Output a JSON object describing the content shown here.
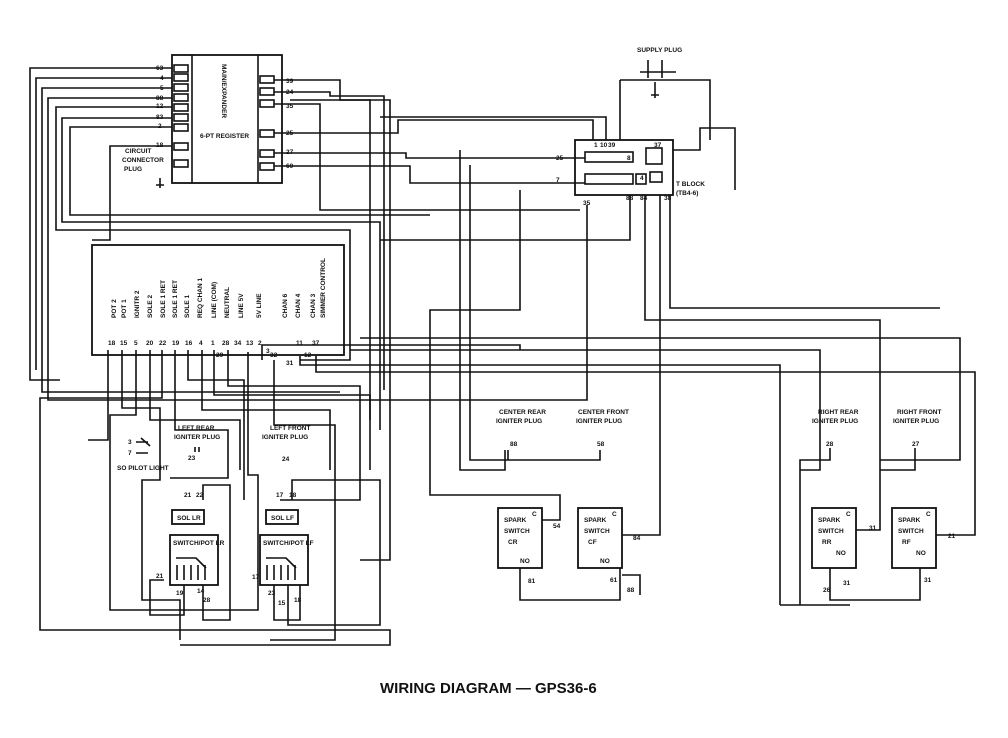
{
  "title": "WIRING DIAGRAM — GPS36-6",
  "supply_plug": "SUPPLY PLUG",
  "t_block": {
    "label": "T BLOCK",
    "sub": "(TB4-6)",
    "terminals": [
      "1",
      "10",
      "39",
      "37",
      "25",
      "8",
      "7",
      "4",
      "35",
      "88",
      "84",
      "38"
    ]
  },
  "register": {
    "label": "6-PT REGISTER",
    "side_label": "MAIN/EXPANDER",
    "left_numbers": [
      "63",
      "4",
      "5",
      "88",
      "12",
      "83",
      "2",
      "18"
    ],
    "right_numbers": [
      "39",
      "24",
      "35",
      "25",
      "27",
      "60"
    ]
  },
  "circuit_plug": {
    "line1": "CIRCUIT",
    "line2": "CONNECTOR",
    "line3": "PLUG"
  },
  "control": {
    "labels": [
      "POT 2",
      "POT 1",
      "IGNITR 2",
      "SOLE 2",
      "SOLE 1 RET",
      "SOLE 1 RET",
      "SOLE 1",
      "REQ CHAN 1",
      "LINE (COM)",
      "NEUTRAL",
      "LINE 5V",
      "5V LINE",
      "CHAN 6",
      "CHAN 4",
      "CHAN 3",
      "SIMMER CONTROL"
    ],
    "pins": [
      "18",
      "15",
      "5",
      "20",
      "22",
      "19",
      "16",
      "4",
      "1",
      "28",
      "34",
      "13",
      "2",
      "3",
      "11",
      "37"
    ],
    "sub_pins": [
      "29",
      "32",
      "31",
      "12"
    ]
  },
  "left_rear_plug": {
    "line1": "LEFT REAR",
    "line2": "IGNITER PLUG",
    "pin": "23"
  },
  "left_front_plug": {
    "line1": "LEFT FRONT",
    "line2": "IGNITER PLUG",
    "pin": "24"
  },
  "center_rear_plug": {
    "line1": "CENTER REAR",
    "line2": "IGNITER PLUG",
    "pin": "88"
  },
  "center_front_plug": {
    "line1": "CENTER FRONT",
    "line2": "IGNITER PLUG",
    "pin": "58"
  },
  "right_rear_plug": {
    "line1": "RIGHT REAR",
    "line2": "IGNITER PLUG",
    "pin": "28"
  },
  "right_front_plug": {
    "line1": "RIGHT FRONT",
    "line2": "IGNITER PLUG",
    "pin": "27"
  },
  "pilot_light": {
    "label": "SO PILOT LIGHT",
    "pins": [
      "3",
      "7"
    ]
  },
  "sol_lr": {
    "label": "SOL LR",
    "pins": [
      "21",
      "22"
    ]
  },
  "sol_lf": {
    "label": "SOL LF",
    "pins": [
      "17",
      "18"
    ]
  },
  "switch_lr": {
    "label": "SWITCH/POT LR",
    "pins": [
      "21",
      "19",
      "14",
      "28"
    ]
  },
  "switch_lf": {
    "label": "SWITCH/POT LF",
    "pins": [
      "17",
      "23",
      "15",
      "18"
    ]
  },
  "spark_cr": {
    "line1": "SPARK",
    "line2": "SWITCH",
    "line3": "CR",
    "c": "C",
    "no": "NO",
    "pins": [
      "54",
      "81"
    ]
  },
  "spark_cf": {
    "line1": "SPARK",
    "line2": "SWITCH",
    "line3": "CF",
    "c": "C",
    "no": "NO",
    "pins": [
      "84",
      "61",
      "88"
    ]
  },
  "spark_rr": {
    "line1": "SPARK",
    "line2": "SWITCH",
    "line3": "RR",
    "c": "C",
    "no": "NO",
    "pins": [
      "31",
      "26"
    ]
  },
  "spark_rf": {
    "line1": "SPARK",
    "line2": "SWITCH",
    "line3": "RF",
    "c": "C",
    "no": "NO",
    "pins": [
      "21",
      "31"
    ]
  }
}
